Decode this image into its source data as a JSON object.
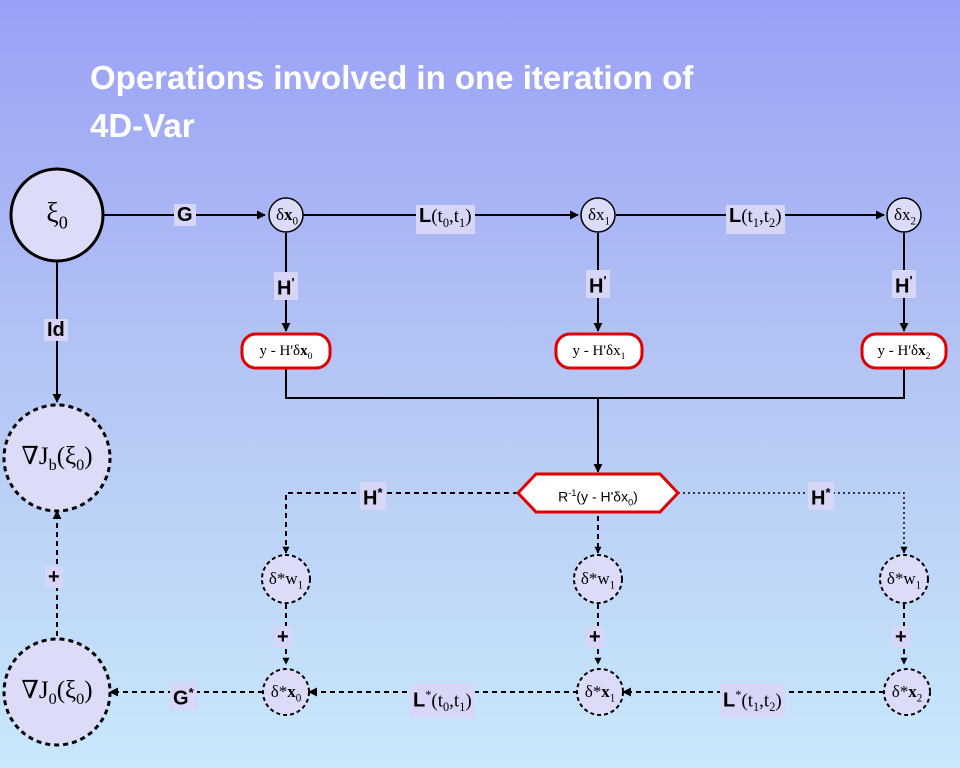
{
  "title": {
    "line1": "Operations involved in one iteration of",
    "line2": "4D-Var"
  },
  "nodes": {
    "xi0": {
      "main": "ξ",
      "sub": "0"
    },
    "dx0": {
      "pre": "δ",
      "main": "x",
      "sub": "0"
    },
    "dx1": {
      "pre": "δ",
      "main": "x",
      "sub": "1"
    },
    "dx2": {
      "pre": "δ",
      "main": "x",
      "sub": "2"
    },
    "gradJb": {
      "nabla": "∇",
      "J": "J",
      "sub": "b",
      "open": "(ξ",
      "argsub": "0",
      "close": ")"
    },
    "gradJ0": {
      "nabla": "∇",
      "J": "J",
      "sub": "0",
      "open": "(ξ",
      "argsub": "0",
      "close": ")"
    },
    "dw_left": {
      "pre": "δ*w",
      "sub": "1"
    },
    "dw_mid": {
      "pre": "δ*w",
      "sub": "1"
    },
    "dw_right": {
      "pre": "δ*w",
      "sub": "1"
    },
    "dsx0": {
      "pre": "δ*",
      "main": "x",
      "sub": "0"
    },
    "dsx1": {
      "pre": "δ*",
      "main": "x",
      "sub": "1"
    },
    "dsx2": {
      "pre": "δ*",
      "main": "x",
      "sub": "2"
    }
  },
  "boxes": {
    "innov0": {
      "pre": "y - H'δ",
      "main": "x",
      "sub": "0"
    },
    "innov1": {
      "pre": "y - H'δx",
      "sub": "1"
    },
    "innov2": {
      "pre": "y - H'δ",
      "main": "x",
      "sub": "2"
    },
    "rinv": {
      "R": "R",
      "sup": "-1",
      "body": "(y - H'δx",
      "sub": "0",
      "close": ")"
    }
  },
  "operators": {
    "G": "G",
    "Id": "Id",
    "H_prime": "H",
    "H_prime_mark": "'",
    "L01": {
      "L": "L",
      "open": "(t",
      "s1": "0",
      "mid": ",t",
      "s2": "1",
      "close": ")"
    },
    "L12": {
      "L": "L",
      "open": "(t",
      "s1": "1",
      "mid": ",t",
      "s2": "2",
      "close": ")"
    },
    "H_star": "H",
    "H_star_mark": "*",
    "plus": "+",
    "G_star": "G",
    "G_star_mark": "*",
    "Ls01": {
      "L": "L",
      "star": "*",
      "open": "(t",
      "s1": "0",
      "mid": ",t",
      "s2": "1",
      "close": ")"
    },
    "Ls12": {
      "L": "L",
      "star": "*",
      "open": "(t",
      "s1": "1",
      "mid": ",t",
      "s2": "2",
      "close": ")"
    }
  },
  "colors": {
    "box_border": "#e00000",
    "node_fill": "#dcdcf8",
    "label_bg": "#d7d6f6",
    "title": "#ffffff"
  }
}
